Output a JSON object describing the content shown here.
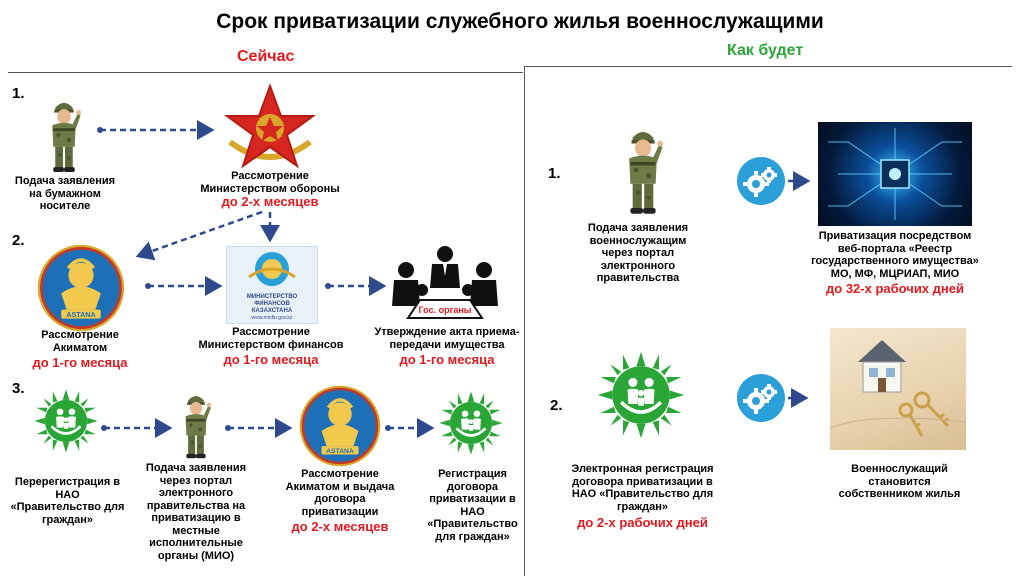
{
  "title": "Срок приватизации служебного жилья военнослужащими",
  "headers": {
    "now": "Сейчас",
    "will": "Как будет"
  },
  "left": {
    "row1": {
      "num": "1.",
      "step1_caption": "Подача заявления на бумажном носителе",
      "step2_caption": "Рассмотрение Министерством обороны",
      "step2_deadline": "до 2-х месяцев"
    },
    "row2": {
      "num": "2.",
      "step1_caption": "Рассмотрение Акиматом",
      "step1_deadline": "до 1-го месяца",
      "step2_caption": "Рассмотрение Министерством финансов",
      "step2_deadline": "до 1-го месяца",
      "step3_caption": "Утверждение акта приема-передачи имущества",
      "step3_deadline": "до 1-го месяца",
      "table_label": "Гос. органы",
      "minfin_logo_lines": [
        "МИНИСТЕРСТВО",
        "ФИНАНСОВ",
        "КАЗАХСТАНА"
      ],
      "minfin_url": "www.minfin.gov.kz",
      "astana_label": "ASTANA"
    },
    "row3": {
      "num": "3.",
      "step1_caption": "Перерегистрация в НАО «Правительство для граждан»",
      "step2_caption": "Подача заявления через портал электронного правительства на приватизацию в местные исполнительные органы (МИО)",
      "step3_caption": "Рассмотрение Акиматом и выдача договора приватизации",
      "step3_deadline": "до 2-х месяцев",
      "step4_caption": "Регистрация договора приватизации в НАО «Правительство для граждан»"
    }
  },
  "right": {
    "row1": {
      "num": "1.",
      "step1_caption": "Подача заявления военнослужащим через портал электронного правительства",
      "step2_caption": "Приватизация посредством веб-портала «Реестр государственного имущества» МО, МФ, МЦРИАП, МИО",
      "step2_deadline": "до 32-х рабочих дней"
    },
    "row2": {
      "num": "2.",
      "step1_caption": "Электронная регистрация договора приватизации в НАО «Правительство для граждан»",
      "step1_deadline": "до 2-х рабочих дней",
      "step2_caption": "Военнослужащий становится собственником жилья"
    }
  },
  "colors": {
    "red": "#e3191f",
    "green": "#2aa637",
    "navy": "#2e4a8c",
    "gear_blue": "#2b9fd8",
    "astana_blue": "#1d6fb8",
    "gold": "#d8a72a"
  },
  "icons": [
    "soldier-icon",
    "army-star-emblem-icon",
    "astana-emblem-icon",
    "minfin-logo-icon",
    "meeting-icon",
    "gov-for-citizens-sun-icon",
    "gears-icon",
    "tech-chip-image",
    "house-keys-image"
  ]
}
